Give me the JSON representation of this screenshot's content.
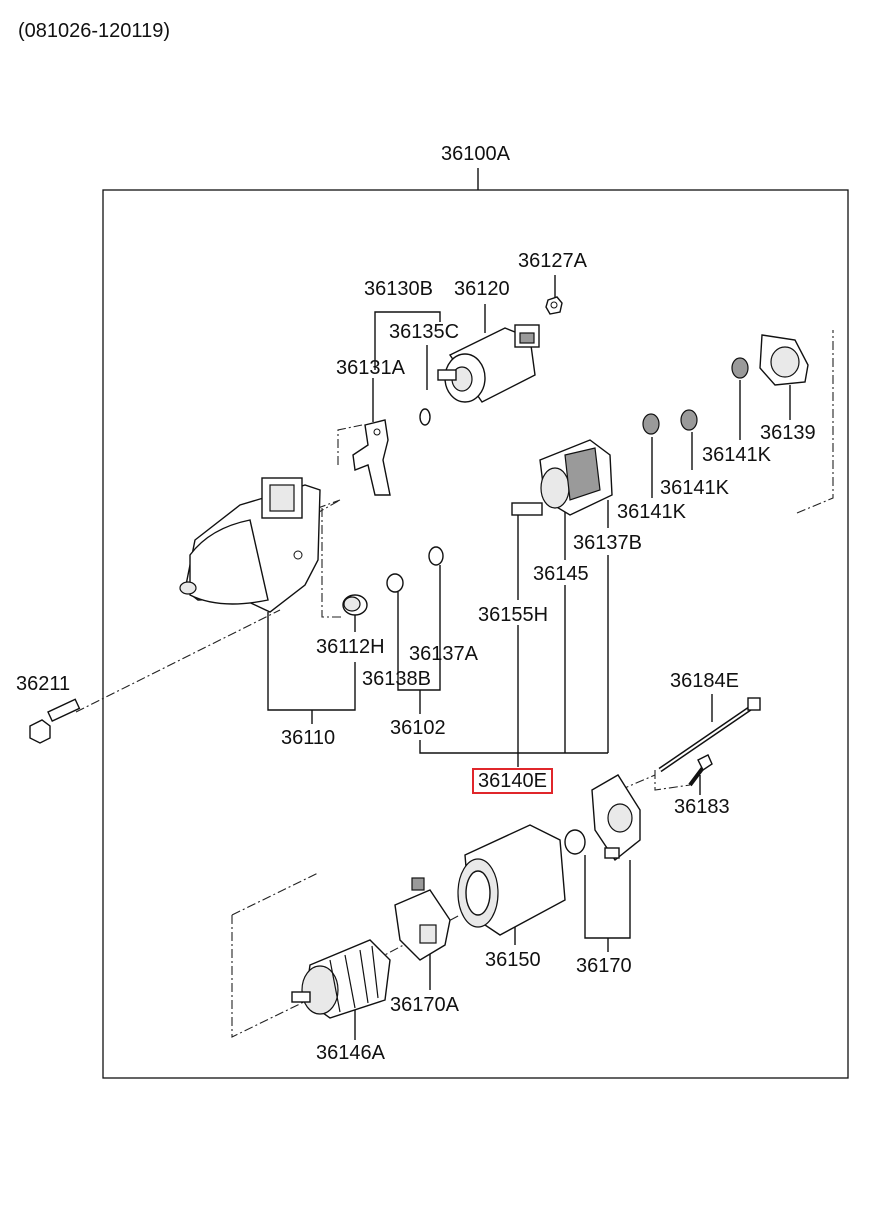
{
  "header": {
    "date_range": "(081026-120119)"
  },
  "assembly": {
    "label": "36100A",
    "highlighted_part": "36140E"
  },
  "labels": {
    "p36127A": "36127A",
    "p36130B": "36130B",
    "p36120": "36120",
    "p36135C": "36135C",
    "p36131A": "36131A",
    "p36139": "36139",
    "p36141K_1": "36141K",
    "p36141K_2": "36141K",
    "p36141K_3": "36141K",
    "p36137B": "36137B",
    "p36145": "36145",
    "p36155H": "36155H",
    "p36112H": "36112H",
    "p36137A": "36137A",
    "p36138B": "36138B",
    "p36211": "36211",
    "p36110": "36110",
    "p36102": "36102",
    "p36140E": "36140E",
    "p36184E": "36184E",
    "p36183": "36183",
    "p36150": "36150",
    "p36170": "36170",
    "p36170A": "36170A",
    "p36146A": "36146A"
  }
}
